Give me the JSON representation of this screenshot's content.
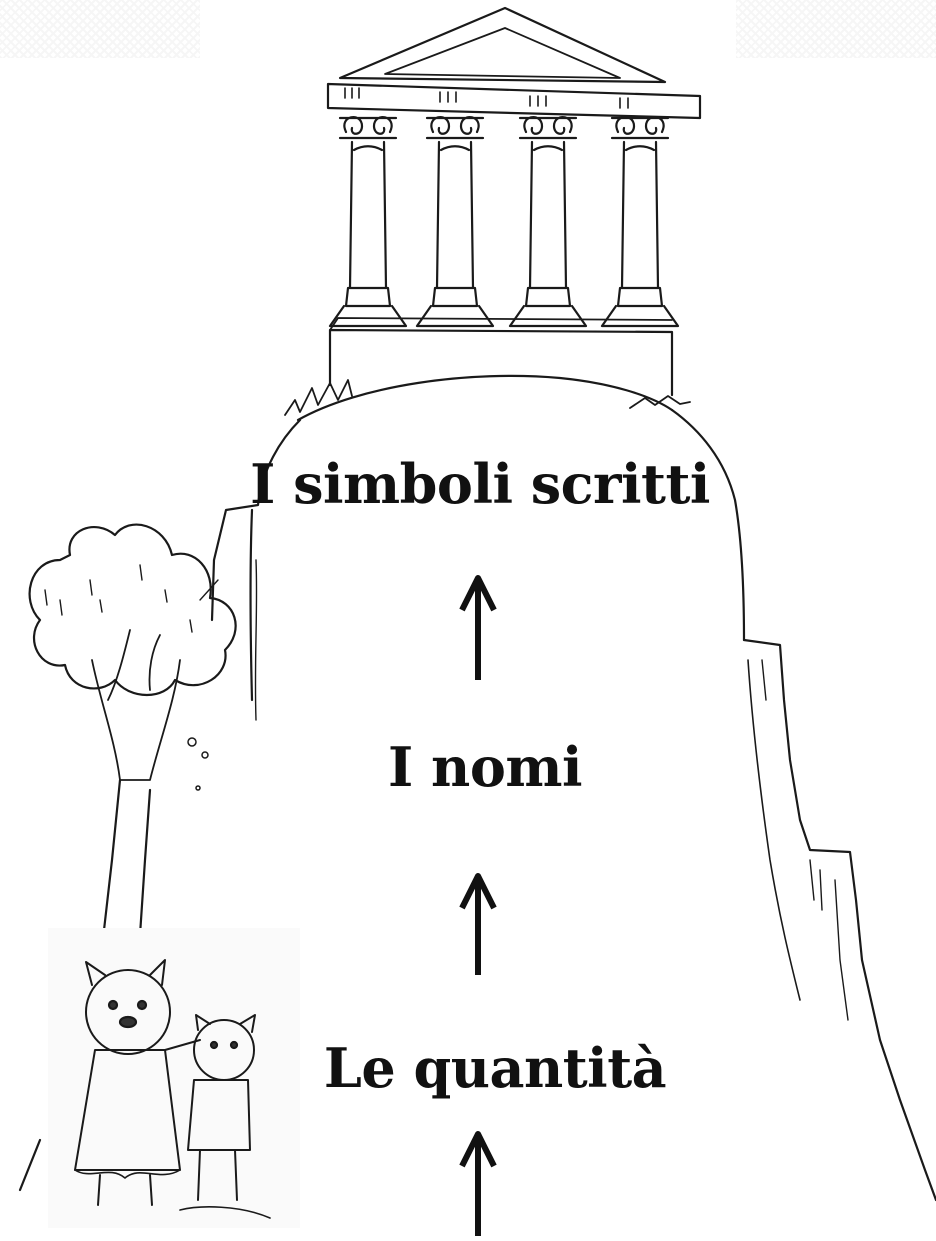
{
  "levels": [
    {
      "label": "I simboli scritti"
    },
    {
      "label": "I nomi"
    },
    {
      "label": "Le quantità"
    }
  ],
  "icons": {
    "temple": "temple-icon",
    "tree": "tree-icon",
    "arrow": "arrow-up-icon",
    "characters": "bear-characters-icon"
  },
  "colors": {
    "ink": "#111111",
    "background": "#ffffff"
  }
}
